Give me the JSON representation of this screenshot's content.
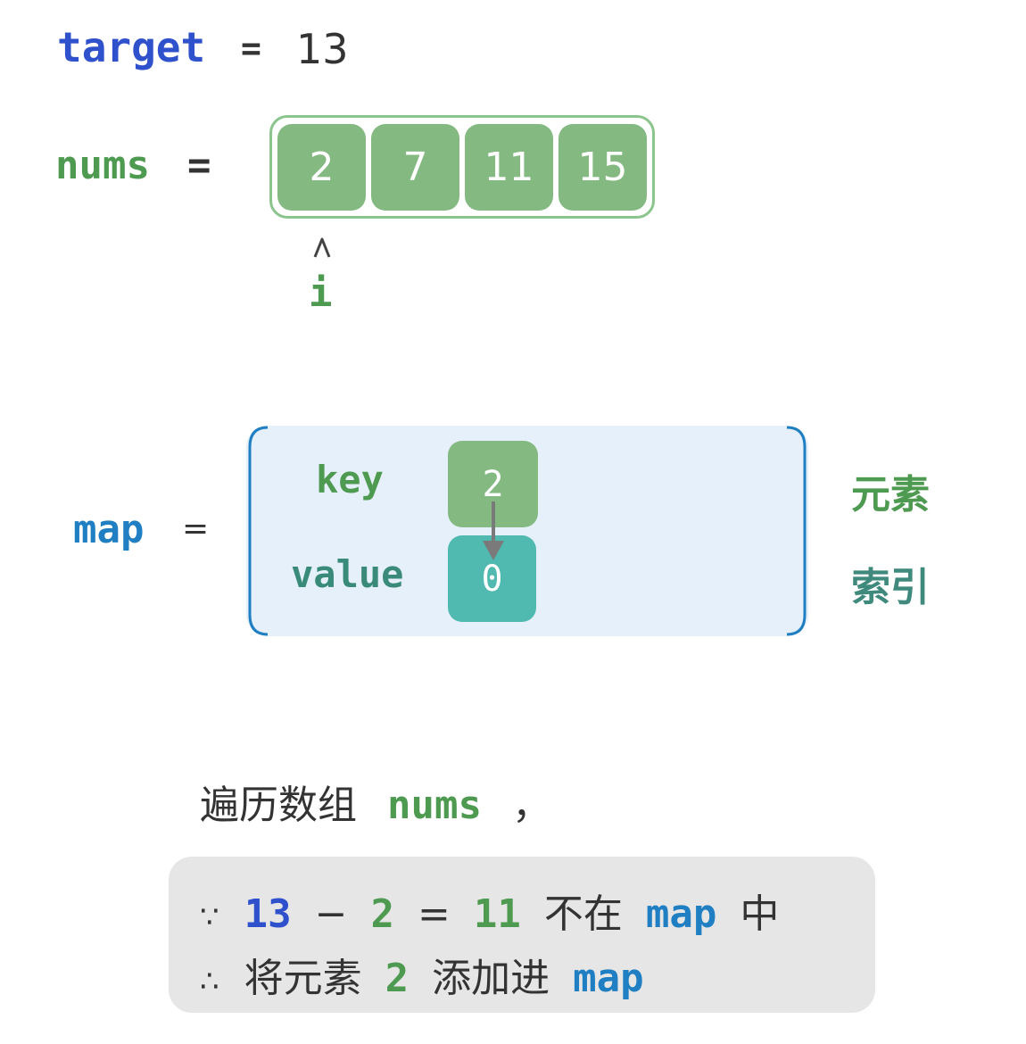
{
  "target": {
    "label": "target",
    "eq": "=",
    "value": "13"
  },
  "nums": {
    "label": "nums",
    "eq": "=",
    "values": [
      "2",
      "7",
      "11",
      "15"
    ]
  },
  "pointer": {
    "label": "i"
  },
  "map": {
    "label": "map",
    "eq": "=",
    "key_label": "key",
    "value_label": "value",
    "key": "2",
    "value": "0",
    "key_desc": "元素",
    "value_desc": "索引"
  },
  "caption": {
    "text": "遍历数组",
    "nums": "nums",
    "comma": "，"
  },
  "note": {
    "line1": {
      "symbol": "∵",
      "a": "13",
      "minus": "−",
      "b": "2",
      "eq": "=",
      "c": "11",
      "text1": "不在",
      "map": "map",
      "text2": "中"
    },
    "line2": {
      "symbol": "∴",
      "text1": "将元素",
      "b": "2",
      "text2": "添加进",
      "map": "map"
    }
  },
  "colors": {
    "green": "#84ba82",
    "teal": "#50b9b0",
    "map_bg": "#e5f0fa",
    "blue": "#2f52cc",
    "bracket": "#1f7fc2"
  }
}
